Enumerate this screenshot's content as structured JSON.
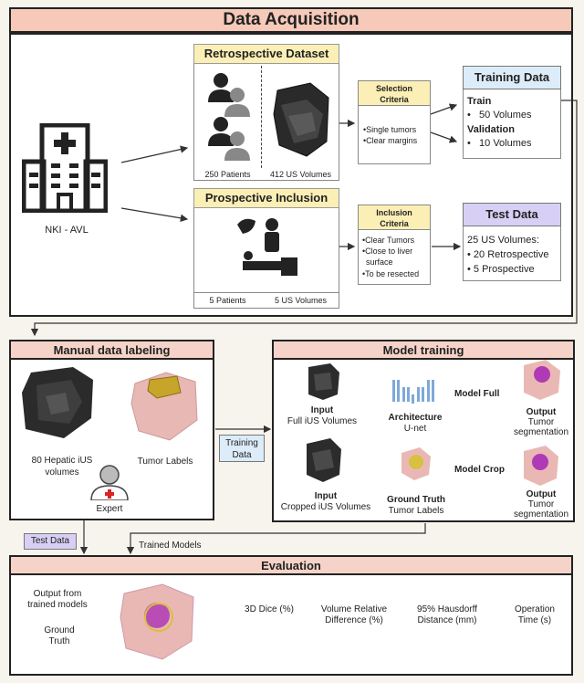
{
  "header": {
    "title": "Data Acquisition"
  },
  "hospital": {
    "label": "NKI - AVL",
    "icon": "hospital-icon"
  },
  "retrospective": {
    "title": "Retrospective Dataset",
    "patients": "250 Patients",
    "volumes": "412 US Volumes"
  },
  "selection": {
    "title_line1": "Selection",
    "title_line2": "Criteria",
    "items": [
      "Single tumors",
      "Clear margins"
    ]
  },
  "training_data": {
    "title": "Training Data",
    "train_label": "Train",
    "train_value": "50 Volumes",
    "validation_label": "Validation",
    "validation_value": "10 Volumes"
  },
  "prospective": {
    "title": "Prospective Inclusion",
    "patients": "5 Patients",
    "volumes": "5 US Volumes"
  },
  "inclusion": {
    "title_line1": "Inclusion",
    "title_line2": "Criteria",
    "items": [
      "Clear Tumors",
      "Close to liver",
      "surface",
      "To be resected"
    ]
  },
  "test_data": {
    "title": "Test Data",
    "count": "25 US Volumes:",
    "retro": "20 Retrospective",
    "prosp": "5 Prospective"
  },
  "labeling": {
    "title": "Manual data labeling",
    "volumes_line1": "80 Hepatic iUS",
    "volumes_line2": "volumes",
    "tumor_labels": "Tumor Labels",
    "expert": "Expert"
  },
  "training_flow": {
    "line1": "Training",
    "line2": "Data"
  },
  "model_training": {
    "title": "Model training",
    "input1_label": "Input",
    "input1_sub": "Full iUS Volumes",
    "input2_label": "Input",
    "input2_sub": "Cropped iUS Volumes",
    "arch_label": "Architecture",
    "arch_sub": "U-net",
    "gt_label": "Ground Truth",
    "gt_sub": "Tumor Labels",
    "model_full": "Model Full",
    "model_crop": "Model Crop",
    "out1_label": "Output",
    "out1_sub1": "Tumor",
    "out1_sub2": "segmentation",
    "out2_label": "Output",
    "out2_sub1": "Tumor",
    "out2_sub2": "segmentation"
  },
  "flows": {
    "test_data": "Test Data",
    "trained_models": "Trained Models"
  },
  "evaluation": {
    "title": "Evaluation",
    "output_line1": "Output from",
    "output_line2": "trained models",
    "gt_line1": "Ground",
    "gt_line2": "Truth",
    "metrics": [
      {
        "line1": "3D Dice (%)",
        "line2": ""
      },
      {
        "line1": "Volume Relative",
        "line2": "Difference (%)"
      },
      {
        "line1": "95% Hausdorff",
        "line2": "Distance (mm)"
      },
      {
        "line1": "Operation",
        "line2": "Time (s)"
      }
    ]
  }
}
